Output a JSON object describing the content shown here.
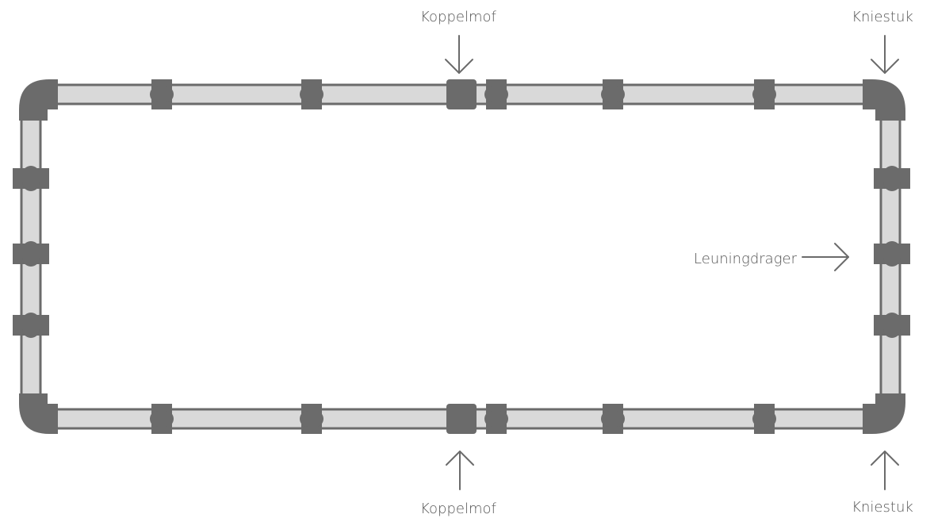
{
  "labels": {
    "top_center": "Koppelmof",
    "top_right": "Kniestuk",
    "right_middle": "Leuningdrager",
    "bottom_center": "Koppelmof",
    "bottom_right": "Kniestuk"
  },
  "colors": {
    "background": "#ffffff",
    "tube_fill": "#d9d9d9",
    "tube_stroke": "#6b6b6b",
    "fitting": "#6b6b6b",
    "arrow": "#6b6b6b",
    "text": "#555555"
  }
}
